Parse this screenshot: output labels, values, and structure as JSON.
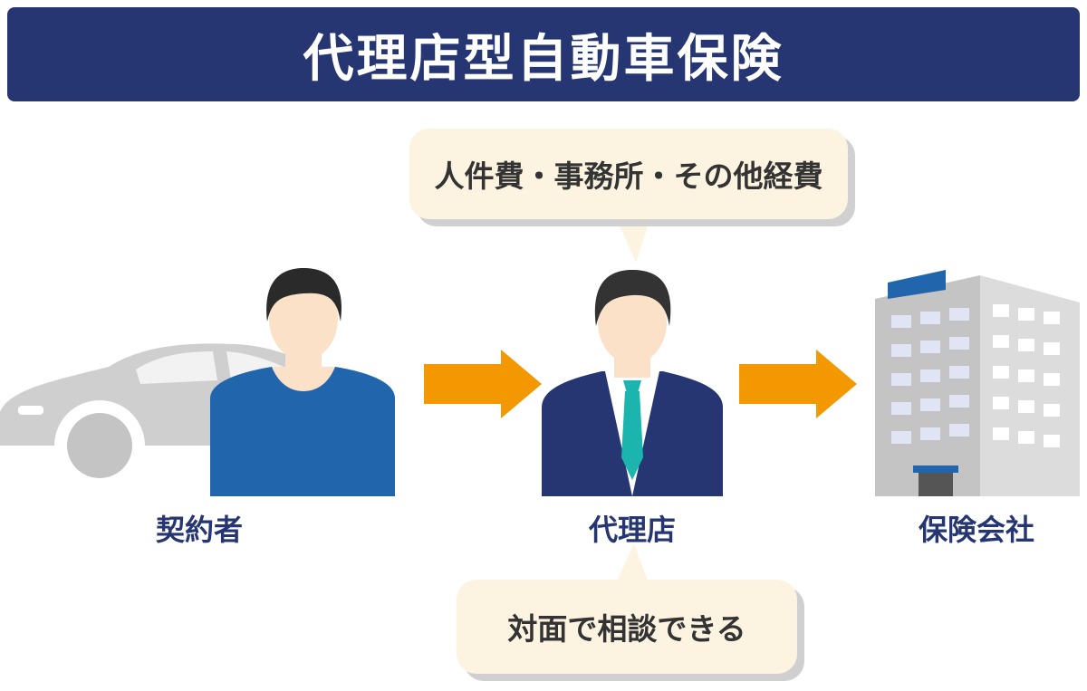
{
  "title": "代理店型自動車保険",
  "bubble_costs": "人件費・事務所・その他経費",
  "bubble_consult": "対面で相談できる",
  "nodes": {
    "customer": "契約者",
    "agency": "代理店",
    "insurer": "保険会社"
  },
  "colors": {
    "header": "#263672",
    "arrow": "#f39800",
    "bubble": "#fdf3e1",
    "label": "#263672",
    "customer_shirt": "#2166ad",
    "suit": "#263672",
    "tie": "#1bb5ae"
  }
}
